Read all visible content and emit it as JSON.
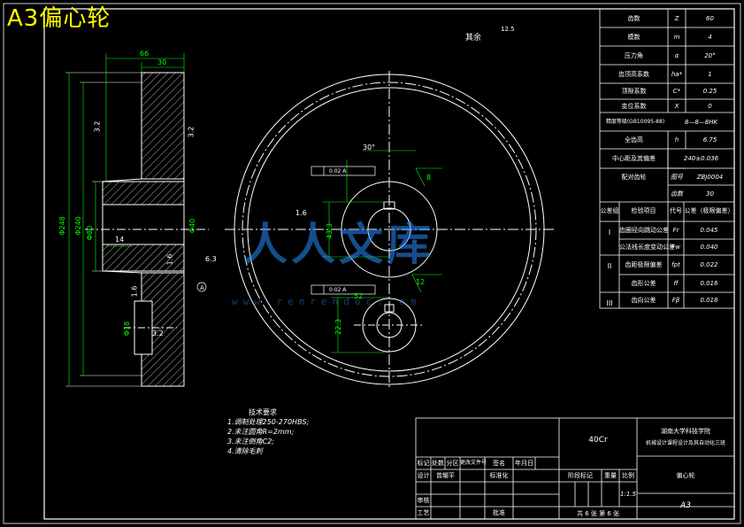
{
  "title": "A3偏心轮",
  "watermark": {
    "text": "人人文库",
    "sub": "www.renrendoc.com"
  },
  "roughness_note": "其余",
  "roughness_value": "12.5",
  "param_table": [
    {
      "name": "齿数",
      "sym": "Z",
      "val": "60"
    },
    {
      "name": "模数",
      "sym": "m",
      "val": "4"
    },
    {
      "name": "压力角",
      "sym": "α",
      "val": "20°"
    },
    {
      "name": "齿顶高系数",
      "sym": "ha*",
      "val": "1"
    },
    {
      "name": "顶隙系数",
      "sym": "C*",
      "val": "0.25"
    },
    {
      "name": "变位系数",
      "sym": "X",
      "val": "0"
    },
    {
      "name": "精度等级(GB10095-88)",
      "sym": "",
      "val": "8—8—8HK"
    },
    {
      "name": "全齿高",
      "sym": "h",
      "val": "6.75"
    },
    {
      "name": "中心距及其偏差",
      "sym": "",
      "val": "240±0.036"
    },
    {
      "name": "配对齿轮",
      "sym": "图号",
      "val": "ZBJ0004"
    },
    {
      "name": "",
      "sym": "齿数",
      "val": "30"
    }
  ],
  "inspect_header": {
    "group": "公差组",
    "item": "检验项目",
    "code": "代号",
    "value": "公差（极限偏差）"
  },
  "inspect_rows": [
    {
      "group": "I",
      "item": "齿圈径向跳动公差",
      "code": "Fr",
      "value": "0.045"
    },
    {
      "group": "",
      "item": "公法线长度变动公差",
      "code": "Fw",
      "value": "0.040"
    },
    {
      "group": "II",
      "item": "齿距极限偏差",
      "code": "fpt",
      "value": "0.022"
    },
    {
      "group": "",
      "item": "齿形公差",
      "code": "ff",
      "value": "0.016"
    },
    {
      "group": "III",
      "item": "齿向公差",
      "code": "Fβ",
      "value": "0.018"
    }
  ],
  "notes": {
    "heading": "技术要求",
    "items": [
      "1.调制处理250-270HBS;",
      "2.未注圆角R=2mm;",
      "3.未注倒角C2;",
      "4.清除毛刺"
    ]
  },
  "titleblock": {
    "material": "40Cr",
    "school": "湖南大学科技学院",
    "project": "机械设计课程设计及其自动化三班",
    "part_name": "偏心轮",
    "sheet_size": "A3",
    "scale": "1:1.5",
    "sheets": "共 6 张 第 6 张",
    "stage_label": "阶段标记",
    "weight_label": "重量",
    "scale_label": "比例",
    "rev_labels": [
      "标记",
      "处数",
      "分区",
      "更改文件号",
      "签名",
      "年月日"
    ],
    "design_label": "设计",
    "designer": "曾耀平",
    "std_label": "标准化",
    "review_label": "审核",
    "process_label": "工艺",
    "approve_label": "批准"
  },
  "dims": {
    "d_outer": "Φ248",
    "d_mid": "Φ240",
    "d_in": "Φ80",
    "w_total": "66",
    "w_hub": "30",
    "d_hole": "Φ40",
    "hub_l": "14",
    "key_w": "12",
    "pitch": "52",
    "ecc": "8",
    "ang": "30°",
    "rough1": "3.2",
    "rough2": "6.3",
    "ra1": "1.6",
    "ra2": "3.2",
    "ra3": "1.6",
    "key_dim1": "43.3",
    "key_dim2": "22.3",
    "d_sm": "Φ18",
    "ref_a": "A",
    "runout": "0.02 A"
  },
  "colors": {
    "line": "#ffffff",
    "dim": "#00ff00",
    "title": "#ffff00",
    "hatch": "#ffffff",
    "watermark": "#2a8cff"
  }
}
